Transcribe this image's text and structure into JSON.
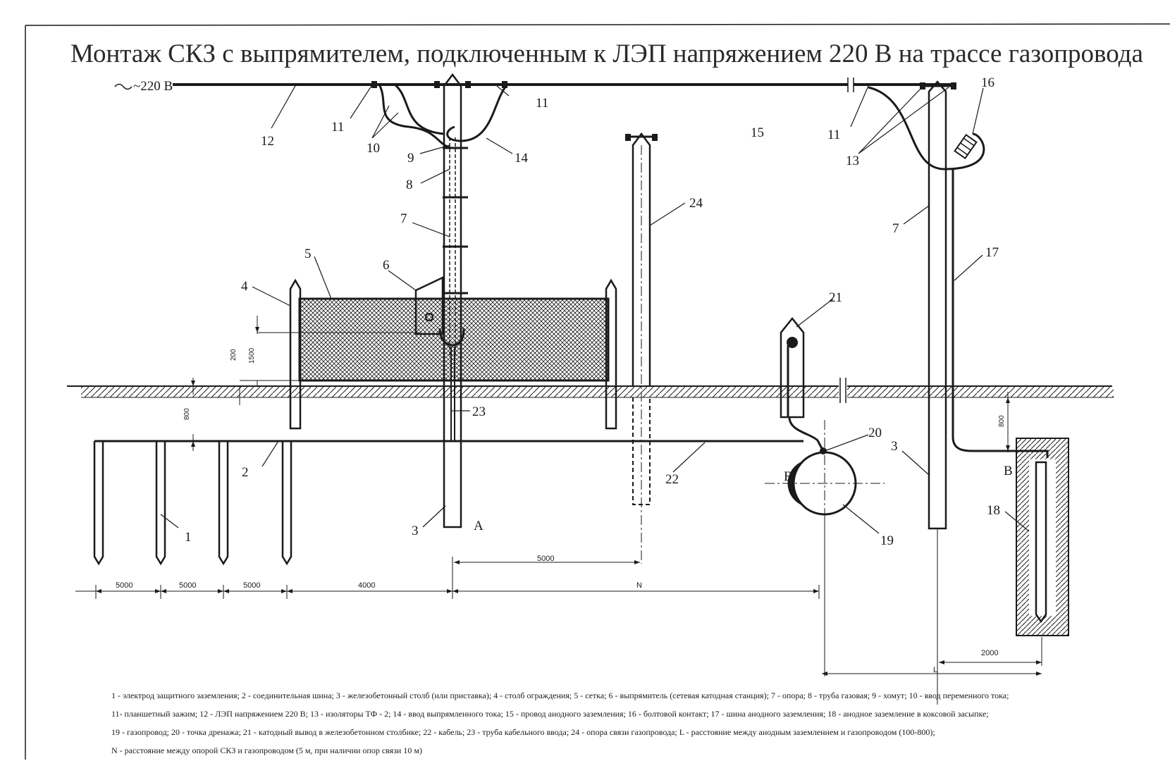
{
  "title": "Монтаж СКЗ с выпрямителем, подключенным к ЛЭП напряжением 220 В на трассе газопровода",
  "voltage_label": "~220 В",
  "callouts": {
    "c1": "1",
    "c2": "2",
    "c3a": "3",
    "c3b": "3",
    "c4": "4",
    "c5": "5",
    "c6": "6",
    "c7a": "7",
    "c7b": "7",
    "c8": "8",
    "c9": "9",
    "c10": "10",
    "c11a": "11",
    "c11b": "11",
    "c11c": "11",
    "c12": "12",
    "c13": "13",
    "c14": "14",
    "c15": "15",
    "c16": "16",
    "c17": "17",
    "c18": "18",
    "c19": "19",
    "c20": "20",
    "c21": "21",
    "c22": "22",
    "c23": "23",
    "c24": "24"
  },
  "points": {
    "a": "А",
    "b": "Б",
    "v": "В"
  },
  "dimensions": {
    "d5000_1": "5000",
    "d5000_2": "5000",
    "d5000_3": "5000",
    "d4000": "4000",
    "d5000_top": "5000",
    "dN": "N",
    "dL": "L",
    "d2000": "2000",
    "d800_left": "800",
    "d800_right": "800",
    "d200": "200",
    "d1500": "1500"
  },
  "legend": [
    "1 - электрод защитного заземления; 2 - соединительная шина; 3 - железобетонный столб (или приставка); 4 - столб ограждения; 5 - сетка; 6 - выпрямитель (сетевая катодная станция); 7 - опора; 8 - труба газовая; 9 - хомут; 10 - ввод переменного тока;",
    "11- планшетный зажим; 12 - ЛЭП напряжением 220 В; 13 - изоляторы ТФ - 2; 14 - ввод выпрямленного тока; 15 - провод анодного заземления; 16 - болтовой контакт; 17 - шина анодного заземления; 18 - анодное заземление в коксовой засыпке;",
    "19 - газопровод; 20 - точка дренажа; 21 - катодный вывод в железобетонном столбике; 22 - кабель; 23 - труба кабельного ввода; 24 - опора связи газопровода; L - расстояние между анодным заземлением и газопроводом (100-800);",
    "N - расстояние между опорой СКЗ и газопроводом (5 м, при наличии опор связи 10 м)"
  ],
  "colors": {
    "ink": "#1a1a1a",
    "paper": "#ffffff"
  }
}
